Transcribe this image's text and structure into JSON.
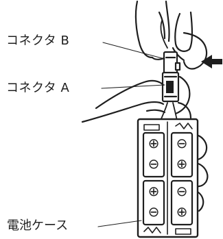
{
  "labels": {
    "connector_b": "コネクタ B",
    "connector_a": "コネクタ A",
    "battery_case": "電池ケース"
  },
  "battery_symbols": {
    "plus": "⊕",
    "minus": "⊖"
  },
  "colors": {
    "ink": "#1e1e1e",
    "background": "#ffffff"
  }
}
